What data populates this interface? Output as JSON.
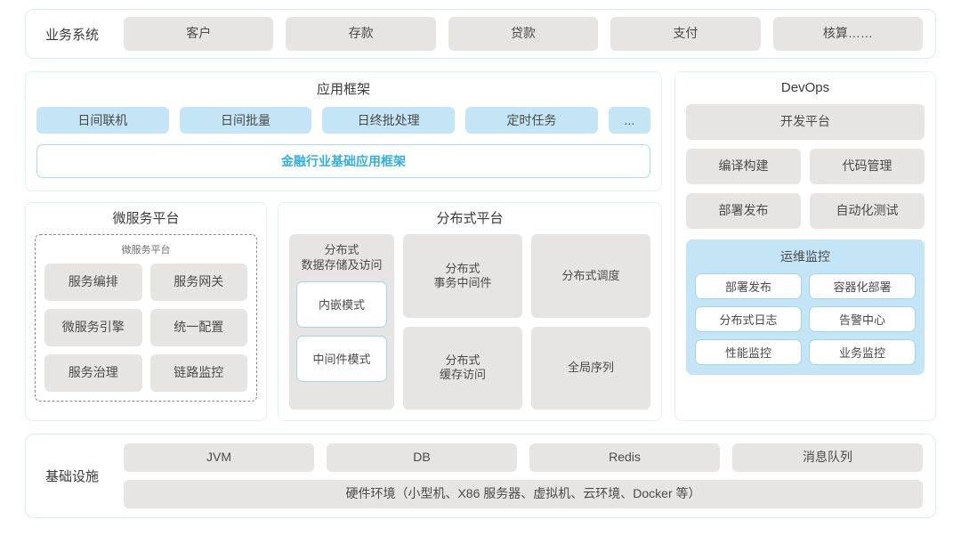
{
  "business_systems": {
    "label": "业务系统",
    "items": [
      "客户",
      "存款",
      "贷款",
      "支付",
      "核算……"
    ]
  },
  "app_framework": {
    "title": "应用框架",
    "chips": [
      "日间联机",
      "日间批量",
      "日终批处理",
      "定时任务",
      "..."
    ],
    "base_label": "金融行业基础应用框架"
  },
  "microservice_platform": {
    "title": "微服务平台",
    "subtitle": "微服务平台",
    "items": [
      "服务编排",
      "服务网关",
      "微服务引擎",
      "统一配置",
      "服务治理",
      "链路监控"
    ]
  },
  "distributed_platform": {
    "title": "分布式平台",
    "storage": {
      "title_line1": "分布式",
      "title_line2": "数据存储及访问",
      "modes": [
        "内嵌模式",
        "中间件模式"
      ]
    },
    "cells": [
      {
        "line1": "分布式",
        "line2": "事务中间件"
      },
      {
        "line1": "分布式调度",
        "line2": ""
      },
      {
        "line1": "分布式",
        "line2": "缓存访问"
      },
      {
        "line1": "全局序列",
        "line2": ""
      }
    ]
  },
  "devops": {
    "title": "DevOps",
    "platform": "开发平台",
    "pairs": [
      "编译构建",
      "代码管理",
      "部署发布",
      "自动化测试"
    ],
    "ops": {
      "title": "运维监控",
      "items": [
        "部署发布",
        "容器化部署",
        "分布式日志",
        "告警中心",
        "性能监控",
        "业务监控"
      ]
    }
  },
  "infrastructure": {
    "label": "基础设施",
    "items": [
      "JVM",
      "DB",
      "Redis",
      "消息队列"
    ],
    "hardware": "硬件环境（小型机、X86 服务器、虚拟机、云环境、Docker 等）"
  },
  "colors": {
    "blue_chip": "#c3e5f5",
    "gray_chip": "#e7e5e4",
    "accent_text": "#35aee2",
    "card_border": "#dcebef"
  }
}
